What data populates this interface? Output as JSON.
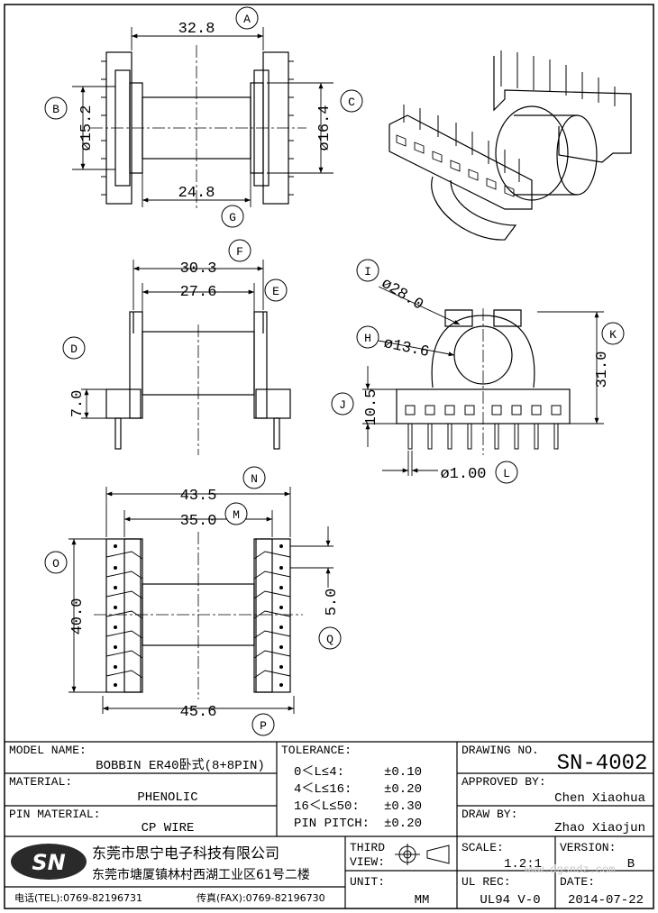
{
  "dimensions": {
    "top_width": "32.8",
    "top_inner": "24.8",
    "dia_b": "ø15.2",
    "dia_c": "ø16.4",
    "mid_outer": "30.3",
    "mid_inner": "27.6",
    "mid_height": "7.0",
    "dia_i": "ø28.0",
    "dia_h": "ø13.6",
    "side_height": "10.5",
    "side_total": "31.0",
    "pin_dia": "ø1.00",
    "bot_outer": "43.5",
    "bot_inner": "35.0",
    "bot_height": "40.0",
    "pitch": "5.0",
    "bot_total": "45.6"
  },
  "callouts": [
    "A",
    "B",
    "C",
    "D",
    "E",
    "F",
    "G",
    "H",
    "I",
    "J",
    "K",
    "L",
    "M",
    "N",
    "O",
    "P",
    "Q"
  ],
  "title_block": {
    "model_name_label": "MODEL NAME:",
    "model_name": "BOBBIN ER40卧式(8+8PIN)",
    "material_label": "MATERIAL:",
    "material": "PHENOLIC",
    "pin_material_label": "PIN MATERIAL:",
    "pin_material": "CP WIRE",
    "tolerance_label": "TOLERANCE:",
    "tolerances": [
      {
        "range": "0＜L≤4:",
        "value": "±0.10"
      },
      {
        "range": "4＜L≤16:",
        "value": "±0.20"
      },
      {
        "range": "16＜L≤50:",
        "value": "±0.30"
      },
      {
        "range": "PIN PITCH:",
        "value": "±0.20"
      }
    ],
    "drawing_no_label": "DRAWING NO.",
    "drawing_no": "SN-4002",
    "approved_label": "APPROVED BY:",
    "approved": "Chen Xiaohua",
    "drawn_label": "DRAW BY:",
    "drawn": "Zhao Xiaojun",
    "third_view_label_1": "THIRD",
    "third_view_label_2": "VIEW:",
    "unit_label": "UNIT:",
    "unit": "MM",
    "scale_label": "SCALE:",
    "scale": "1.2:1",
    "version_label": "VERSION:",
    "version": "B",
    "ul_label": "UL REC:",
    "ul": "UL94 V-0",
    "date_label": "DATE:",
    "date": "2014-07-22",
    "logo": "SN",
    "company_name": "东莞市思宁电子科技有限公司",
    "company_address": "东莞市塘厦镇林村西湖工业区61号二楼",
    "tel": "电话(TEL):0769-82196731",
    "fax": "传真(FAX):0769-82196730",
    "watermark": "www.dgsndz.com"
  }
}
